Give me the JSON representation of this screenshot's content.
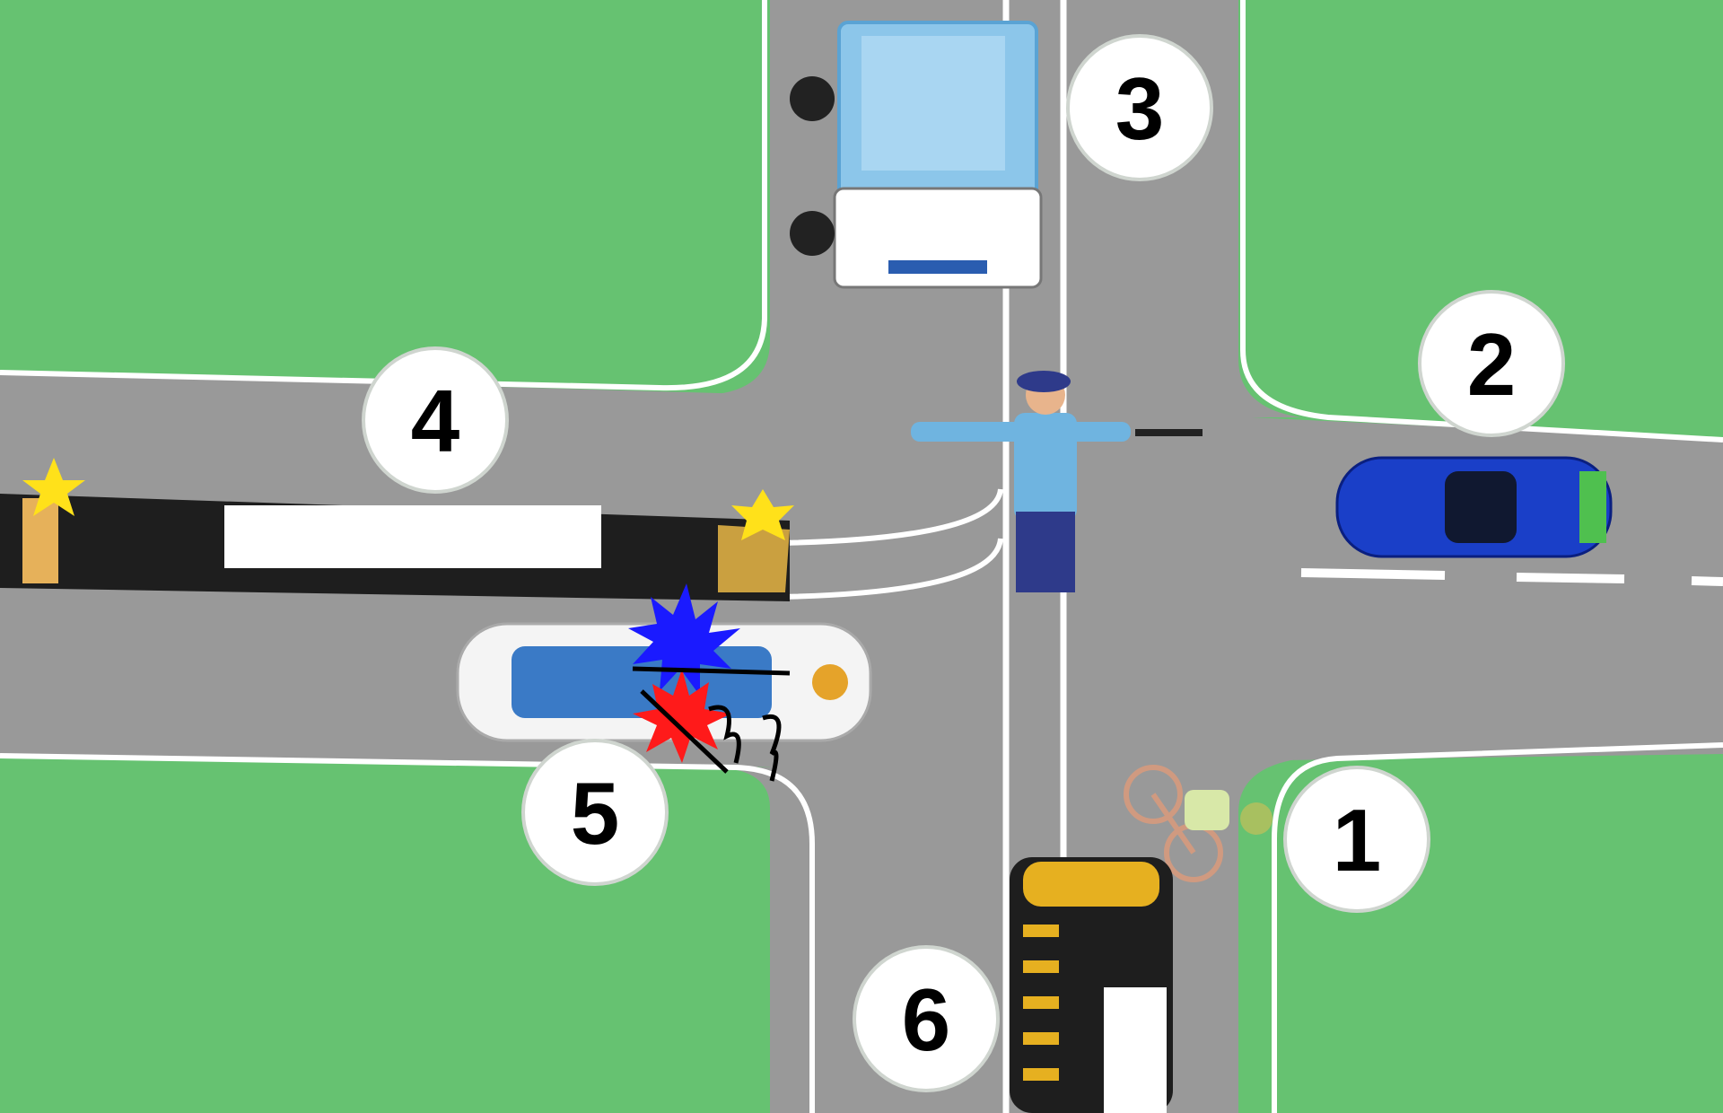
{
  "scene": {
    "colors": {
      "grass": "#66c271",
      "road": "#999999",
      "road_edge": "#ffffff",
      "badge_fill": "#ffffff",
      "badge_stroke": "#cfd5cf"
    },
    "participants": [
      {
        "number": "1",
        "name": "bicycle",
        "icon": "bicycle-icon"
      },
      {
        "number": "2",
        "name": "blue-car",
        "icon": "car-icon"
      },
      {
        "number": "3",
        "name": "truck",
        "icon": "truck-icon"
      },
      {
        "number": "4",
        "name": "tram",
        "icon": "tram-icon"
      },
      {
        "number": "5",
        "name": "white-car",
        "icon": "car-icon"
      },
      {
        "number": "6",
        "name": "bus",
        "icon": "bus-icon"
      }
    ],
    "officer": {
      "icon": "traffic-officer-icon",
      "signal": "arms-extended"
    },
    "collision": {
      "icon": "collision-burst-icon",
      "colors": [
        "#1a1aff",
        "#ff1a1a"
      ]
    }
  }
}
